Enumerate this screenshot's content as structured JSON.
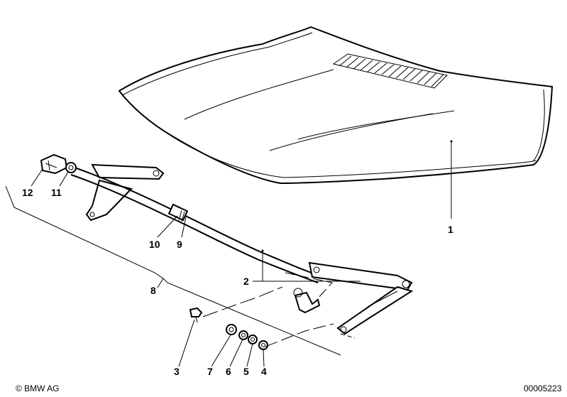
{
  "diagram": {
    "part_labels": {
      "p1": "1",
      "p2": "2",
      "p3": "3",
      "p4": "4",
      "p5": "5",
      "p6": "6",
      "p7": "7",
      "p8": "8",
      "p9": "9",
      "p10": "10",
      "p11": "11",
      "p12": "12"
    },
    "copyright": "© BMW AG",
    "diagram_number": "00005223"
  }
}
